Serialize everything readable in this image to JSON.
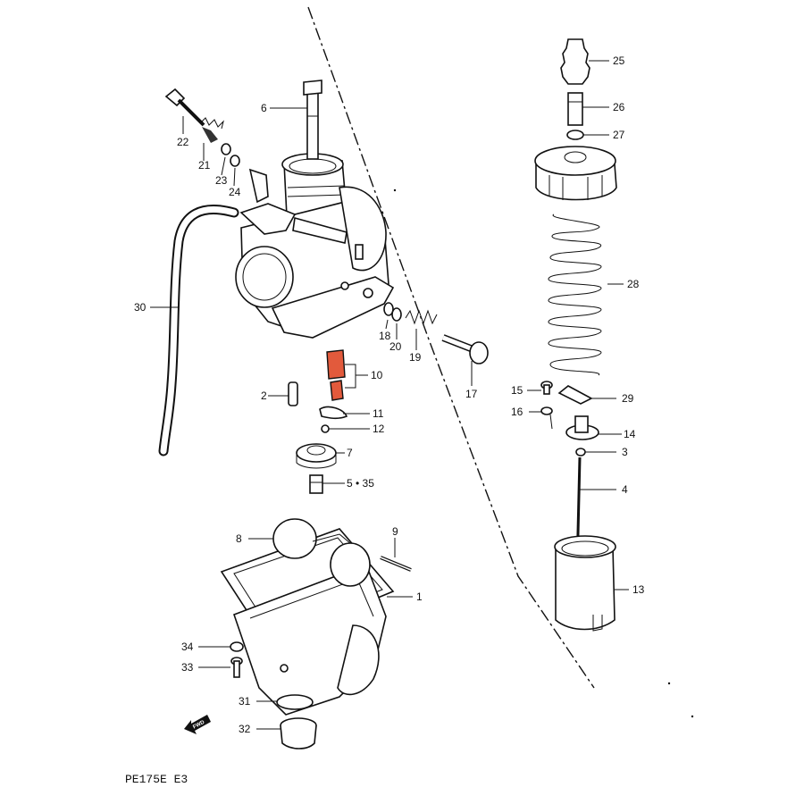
{
  "diagram_code": "PE175E  E3",
  "fwd_label": "FWD",
  "colors": {
    "highlight": "#e25a3c",
    "ink": "#111111",
    "background": "#ffffff"
  },
  "callouts": {
    "c1": "1",
    "c2": "2",
    "c3": "3",
    "c4": "4",
    "c5": "5 • 35",
    "c6": "6",
    "c7": "7",
    "c8": "8",
    "c9": "9",
    "c10": "10",
    "c11": "11",
    "c12": "12",
    "c13": "13",
    "c14": "14",
    "c15": "15",
    "c16": "16",
    "c17": "17",
    "c18": "18",
    "c19": "19",
    "c20": "20",
    "c21": "21",
    "c22": "22",
    "c23": "23",
    "c24": "24",
    "c25": "25",
    "c26": "26",
    "c27": "27",
    "c28": "28",
    "c29": "29",
    "c30": "30",
    "c31": "31",
    "c32": "32",
    "c33": "33",
    "c34": "34"
  }
}
